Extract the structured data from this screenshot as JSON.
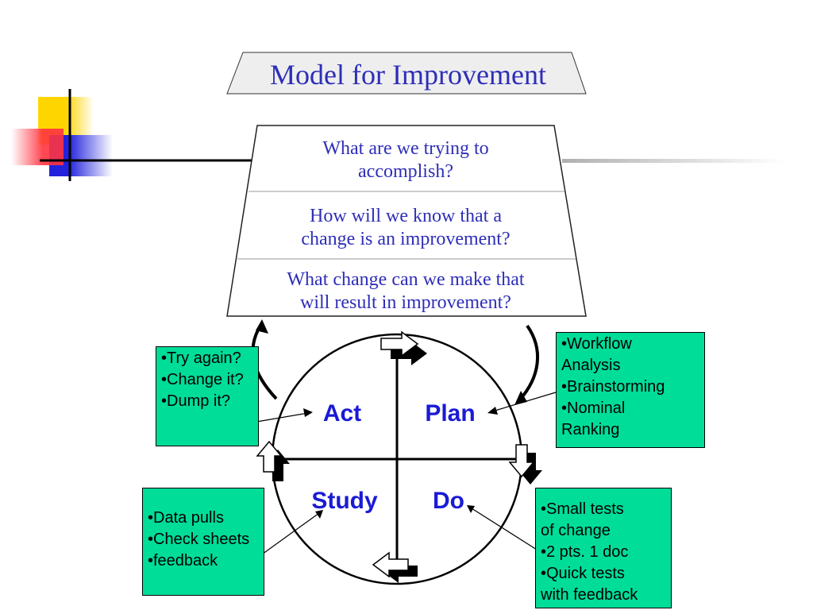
{
  "title": "Model for Improvement",
  "questions": [
    {
      "lines": [
        "What are we trying to",
        "accomplish?"
      ]
    },
    {
      "lines": [
        "How will we know that a",
        "change is an improvement?"
      ]
    },
    {
      "lines": [
        "What change can we make that",
        "will result in improvement?"
      ]
    }
  ],
  "cycle": {
    "act": "Act",
    "plan": "Plan",
    "study": "Study",
    "do": "Do"
  },
  "notes": {
    "act": [
      "•Try again?",
      "•Change it?",
      "•Dump it?"
    ],
    "plan": [
      "•Workflow",
      "Analysis",
      "•Brainstorming",
      "•Nominal",
      "Ranking"
    ],
    "study": [
      "•Data pulls",
      "•Check sheets",
      "•feedback"
    ],
    "do": [
      "•Small tests",
      "of change",
      "•2 pts. 1 doc",
      "•Quick tests",
      "with feedback"
    ]
  },
  "colors": {
    "title_text": "#2e2eb8",
    "cycle_text": "#1a1ad6",
    "note_fill": "#00dd99",
    "deco_yellow": "#ffd500",
    "deco_red": "#ff3340",
    "deco_blue": "#2222dd"
  }
}
